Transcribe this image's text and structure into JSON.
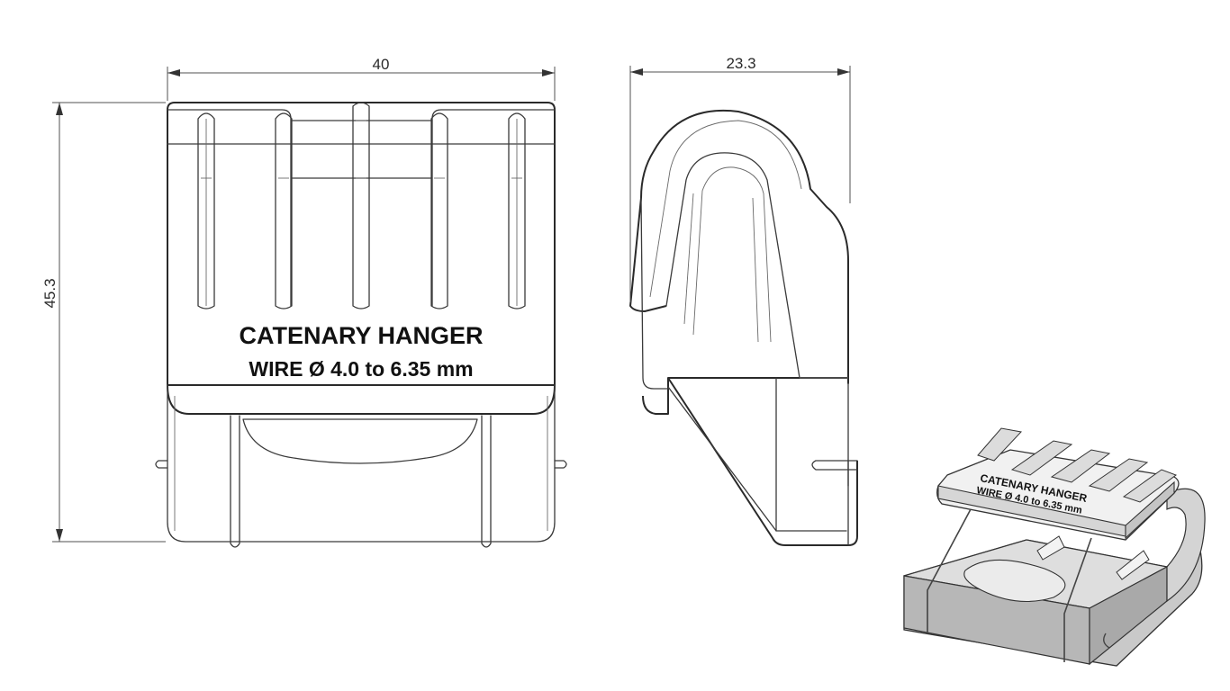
{
  "dimensions": {
    "front_width": "40",
    "side_width": "23.3",
    "height": "45.3"
  },
  "label": {
    "line1": "CATENARY HANGER",
    "line2": "WIRE Ø 4.0 to 6.35 mm"
  },
  "iso_label": {
    "line1": "CATENARY HANGER",
    "line2": "WIRE Ø 4.0 to 6.35 mm"
  },
  "colors": {
    "line": "#3a3a3a",
    "part_fill_light": "#f2f2f2",
    "part_fill_dark": "#c8c8c8"
  }
}
